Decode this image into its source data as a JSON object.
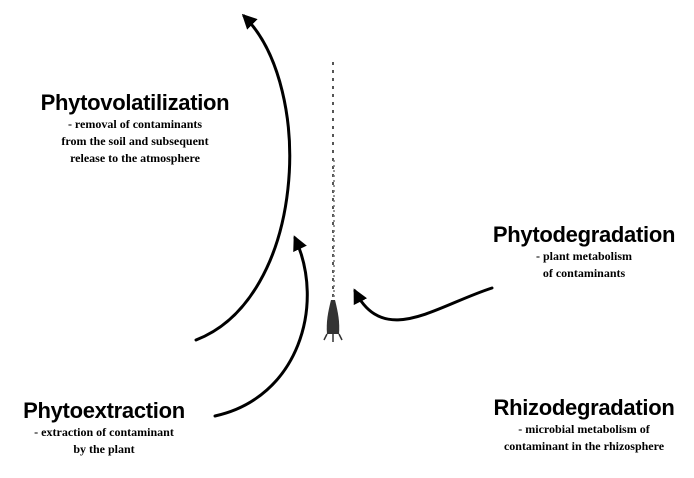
{
  "processes": {
    "phytovolatilization": {
      "title": "Phytovolatilization",
      "lines": [
        "- removal of contaminants",
        "from the soil and subsequent",
        "release to the atmosphere"
      ]
    },
    "phytodegradation": {
      "title": "Phytodegradation",
      "lines": [
        "- plant metabolism",
        "of contaminants"
      ]
    },
    "phytoextraction": {
      "title": "Phytoextraction",
      "lines": [
        "- extraction of contaminant",
        "by the plant"
      ]
    },
    "rhizodegradation": {
      "title": "Rhizodegradation",
      "lines": [
        "- microbial metabolism of",
        "contaminant in the rhizosphere"
      ]
    }
  },
  "colors": {
    "text": "#000000",
    "arrow": "#000000",
    "plant": "#333333",
    "background": "#ffffff"
  }
}
